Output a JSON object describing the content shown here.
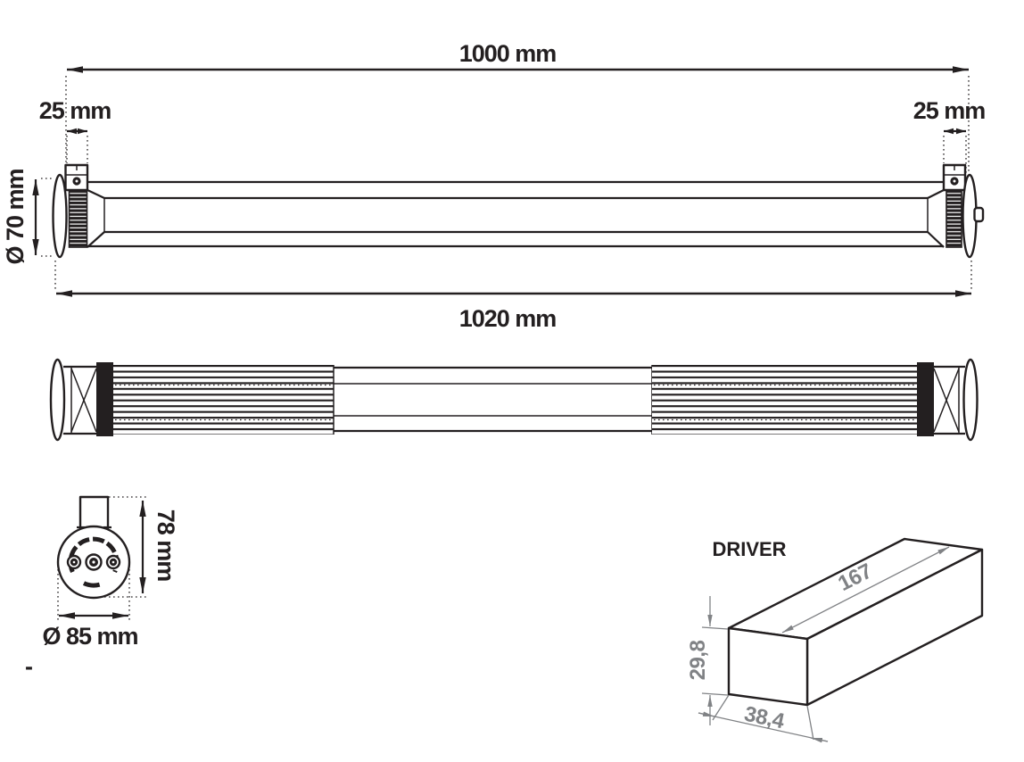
{
  "front_view": {
    "dim_total": "1000 mm",
    "dim_left_offset": "25 mm",
    "dim_right_offset": "25 mm",
    "dim_diameter": "Ø 70 mm",
    "dim_overall": "1020 mm"
  },
  "section_view": {
    "dim_height": "78 mm",
    "dim_diameter": "Ø 85 mm"
  },
  "driver": {
    "label": "DRIVER",
    "dim_length": "167",
    "dim_height": "29,8",
    "dim_width": "38,4"
  },
  "annotations": {
    "stray_mark": "-"
  },
  "colors": {
    "line": "#231f20",
    "dim_gray": "#808285",
    "background": "#ffffff"
  }
}
